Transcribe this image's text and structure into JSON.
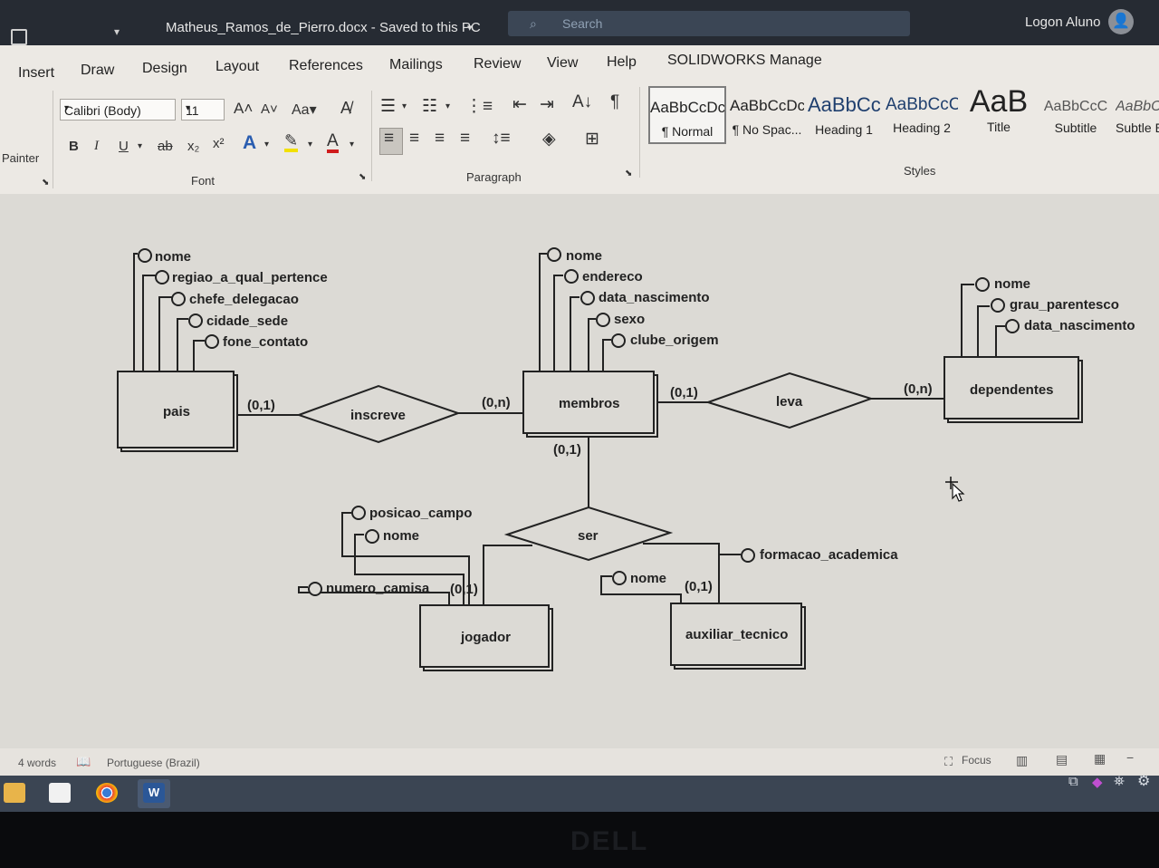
{
  "titlebar": {
    "document_title": "Matheus_Ramos_de_Pierro.docx  -  Saved to this PC",
    "search_placeholder": "Search",
    "user_name": "Logon Aluno"
  },
  "menu_tabs": [
    "Insert",
    "Draw",
    "Design",
    "Layout",
    "References",
    "Mailings",
    "Review",
    "View",
    "Help",
    "SOLIDWORKS Manage"
  ],
  "ribbon": {
    "clipboard_label": "Painter",
    "font_name": "Calibri (Body)",
    "font_size": "11",
    "font_group_label": "Font",
    "paragraph_group_label": "Paragraph",
    "styles_group_label": "Styles",
    "styles": [
      {
        "preview": "AaBbCcDc",
        "name": "¶ Normal",
        "selected": true
      },
      {
        "preview": "AaBbCcDc",
        "name": "¶ No Spac...",
        "selected": false
      },
      {
        "preview": "AaBbCc",
        "name": "Heading 1",
        "selected": false
      },
      {
        "preview": "AaBbCcC",
        "name": "Heading 2",
        "selected": false
      },
      {
        "preview": "AaB",
        "name": "Title",
        "selected": false
      },
      {
        "preview": "AaBbCcC",
        "name": "Subtitle",
        "selected": false
      },
      {
        "preview": "AaBbC",
        "name": "Subtle E",
        "selected": false
      }
    ]
  },
  "diagram": {
    "entities": {
      "pais": "pais",
      "membros": "membros",
      "dependentes": "dependentes",
      "jogador": "jogador",
      "auxiliar_tecnico": "auxiliar_tecnico"
    },
    "relationships": {
      "inscreve": "inscreve",
      "leva": "leva",
      "ser": "ser"
    },
    "attributes": {
      "pais": [
        "nome",
        "regiao_a_qual_pertence",
        "chefe_delegacao",
        "cidade_sede",
        "fone_contato"
      ],
      "membros": [
        "nome",
        "endereco",
        "data_nascimento",
        "sexo",
        "clube_origem"
      ],
      "dependentes": [
        "nome",
        "grau_parentesco",
        "data_nascimento"
      ],
      "jogador": [
        "posicao_campo",
        "nome",
        "numero_camisa"
      ],
      "auxiliar_tecnico": [
        "formacao_academica",
        "nome"
      ]
    },
    "cardinalities": {
      "pais_inscreve": "(0,1)",
      "inscreve_membros": "(0,n)",
      "membros_leva": "(0,1)",
      "leva_dependentes": "(0,n)",
      "membros_ser": "(0,1)",
      "ser_jogador": "(0,1)",
      "ser_auxiliar": "(0,1)"
    }
  },
  "statusbar": {
    "word_count": "4 words",
    "language": "Portuguese (Brazil)",
    "focus": "Focus"
  },
  "monitor_brand": "DELL"
}
